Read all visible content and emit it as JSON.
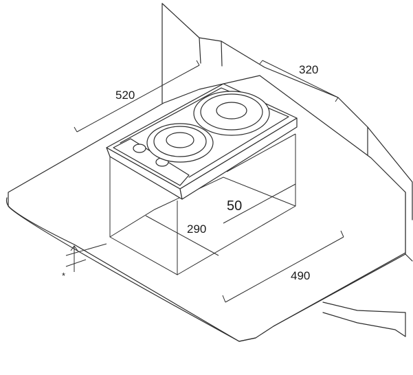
{
  "diagram": {
    "labels": {
      "width": "520",
      "depth": "320",
      "cutout_width": "290",
      "cutout_depth": "490",
      "clearance": "50",
      "note_marker": "*"
    }
  }
}
